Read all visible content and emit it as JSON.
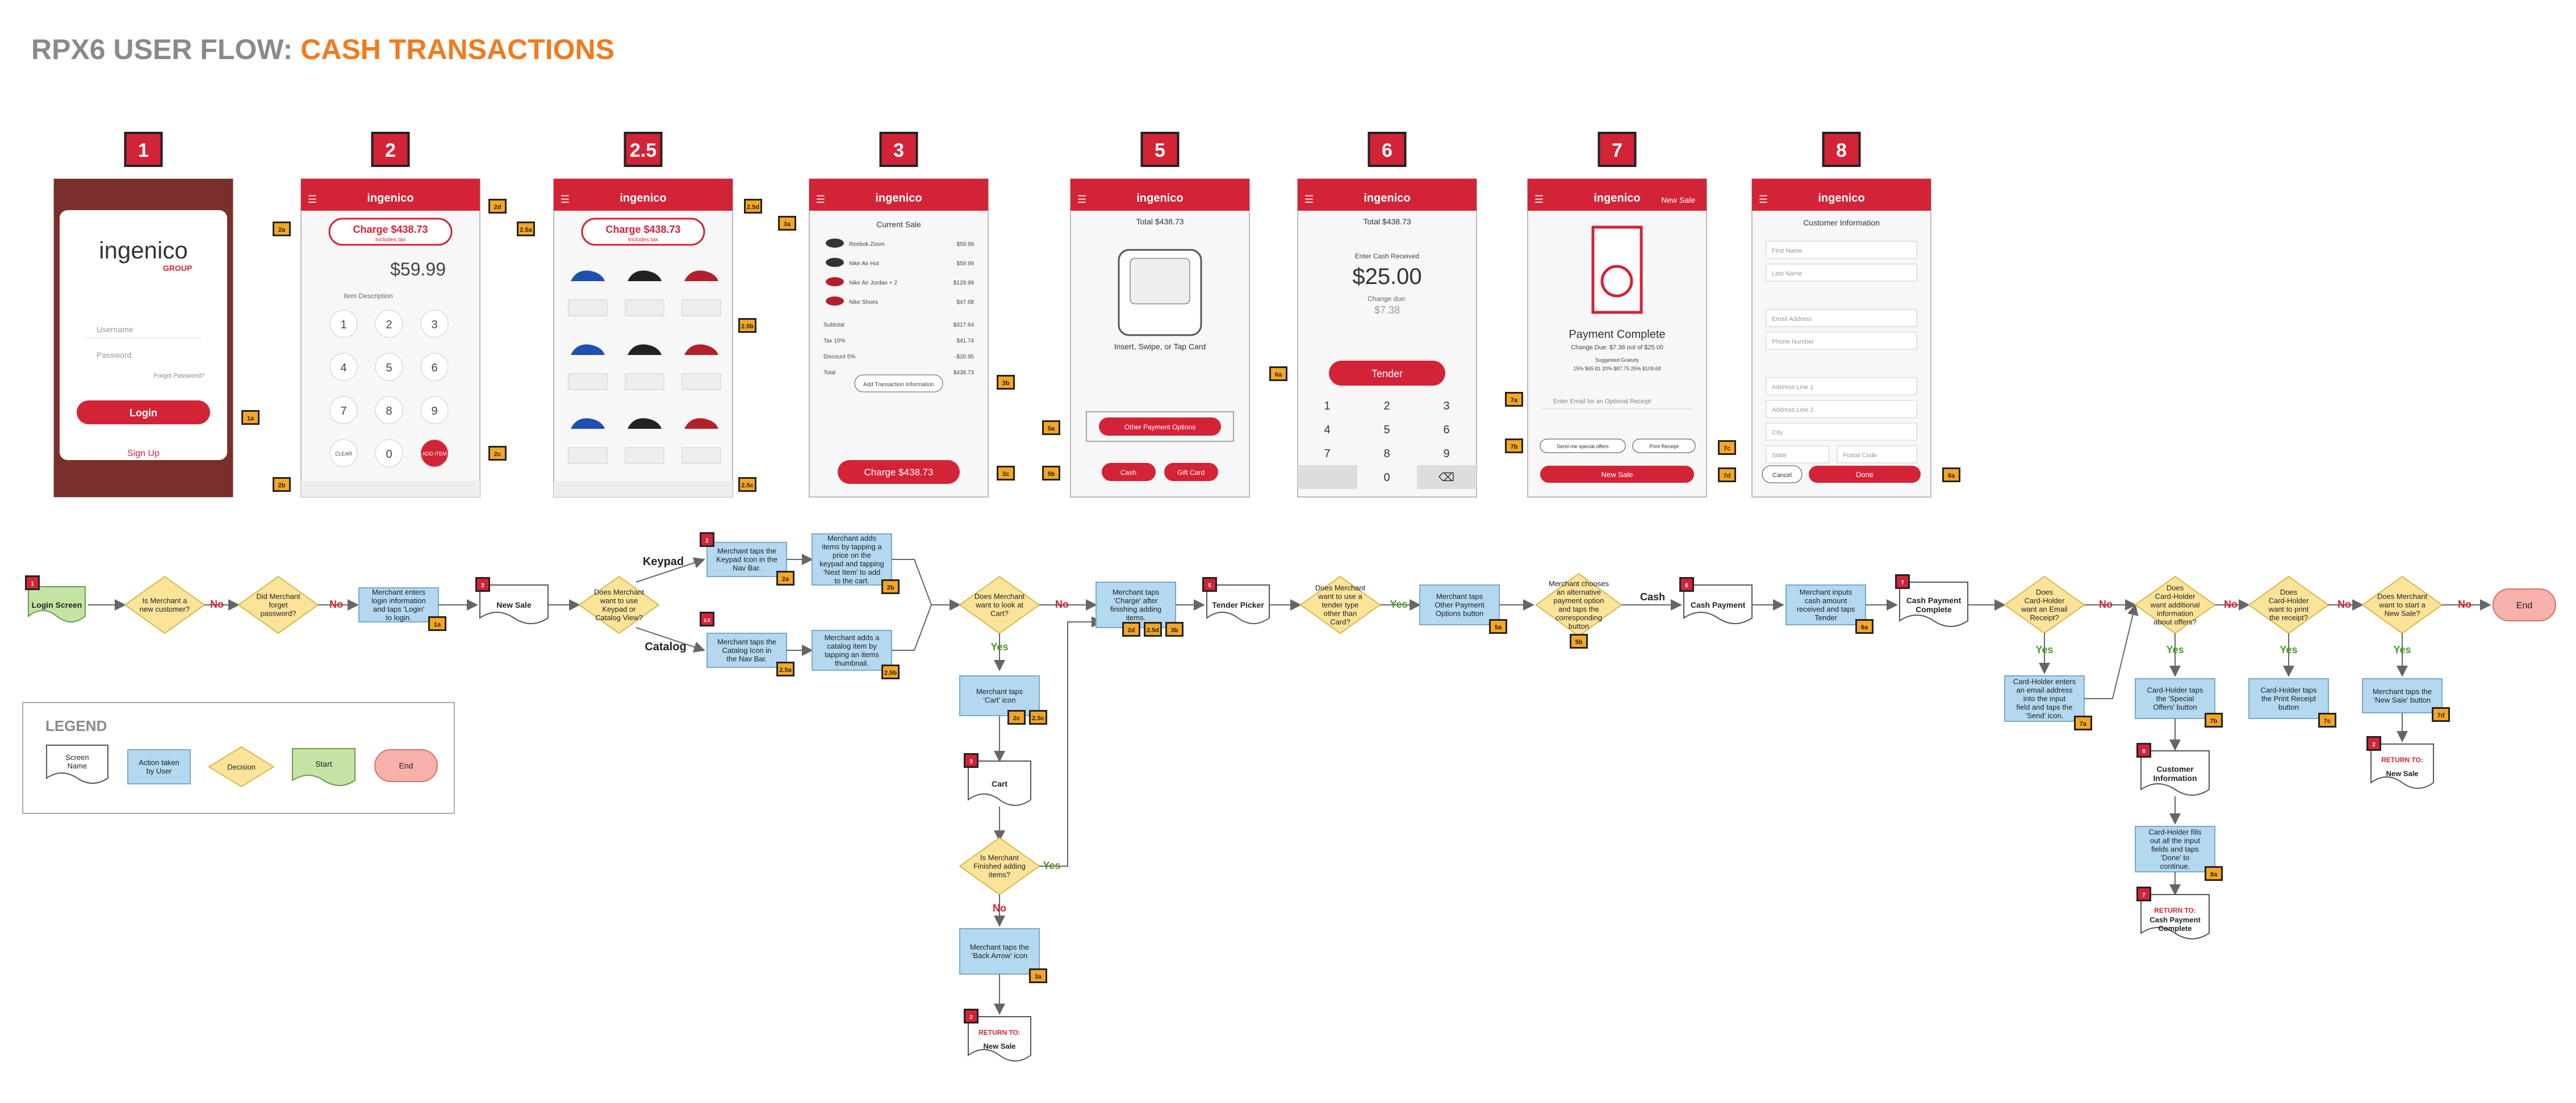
{
  "title": {
    "prefix": "RPX6 USER FLOW:",
    "highlight": "CASH  TRANSACTIONS"
  },
  "colors": {
    "red": "#d32337",
    "orange": "#f07b1f",
    "gray": "#888888",
    "badge": "#f5a623",
    "blue": "#b3d8f0",
    "yellow": "#fbe49a",
    "green": "#c5e3a5",
    "pink": "#f7b0aa"
  },
  "screens": [
    {
      "num": "1",
      "brand": "ingenico",
      "sub": "GROUP",
      "user": "Username",
      "pass": "Password",
      "forgot": "Forgot Password?",
      "btn": "Login",
      "signup": "Sign Up",
      "badges": [
        "1a"
      ]
    },
    {
      "num": "2",
      "header": "ingenico",
      "charge": "Charge $438.73",
      "charge_sub": "Includes tax",
      "amount": "$59.99",
      "desc": "Item Description",
      "keys": [
        "1",
        "2",
        "3",
        "4",
        "5",
        "6",
        "7",
        "8",
        "9",
        "CLEAR",
        "0",
        "ADD ITEM"
      ],
      "badges": [
        "2a",
        "2b",
        "2c",
        "2d"
      ]
    },
    {
      "num": "2.5",
      "header": "ingenico",
      "charge": "Charge $438.73",
      "charge_sub": "Includes tax",
      "badges": [
        "2.5a",
        "2.5b",
        "2.5c",
        "2.5d"
      ]
    },
    {
      "num": "3",
      "header": "ingenico",
      "cart_title": "Current Sale",
      "lines": [
        [
          "Reebok Zoom",
          "$59.99"
        ],
        [
          "Nike Air Hot",
          "$59.99"
        ],
        [
          "Nike Air Jordan + 2",
          "$129.99"
        ],
        [
          "Nike Shoes",
          "$47.68"
        ]
      ],
      "totals": [
        [
          "Subtotal",
          "$317.64"
        ],
        [
          "Tax 10%",
          "$41.74"
        ],
        [
          "Discount 5%",
          "-$20.95"
        ],
        [
          "Total",
          "$438.73"
        ]
      ],
      "info": "Add Transaction Information",
      "charge": "Charge $438.73",
      "badges": [
        "3a",
        "3b",
        "3c"
      ]
    },
    {
      "num": "5",
      "header": "ingenico",
      "total": "Total $438.73",
      "prompt": "Insert, Swipe, or Tap Card",
      "other": "Other Payment Options",
      "cash": "Cash",
      "gift": "Gift Card",
      "badges": [
        "5a",
        "5b"
      ]
    },
    {
      "num": "6",
      "header": "ingenico",
      "total": "Total $438.73",
      "enter": "Enter Cash Received",
      "received": "$25.00",
      "change_label": "Change due:",
      "change": "$7.38",
      "btn": "Tender",
      "keys": [
        "1",
        "2",
        "3",
        "4",
        "5",
        "6",
        "7",
        "8",
        "9",
        "",
        "0",
        "⌫"
      ],
      "badges": [
        "6a"
      ]
    },
    {
      "num": "7",
      "header": "ingenico",
      "newsale_link": "New Sale",
      "complete": "Payment Complete",
      "due": "Change Due: $7.38 out of $25.00",
      "tip_label": "Suggested Gratuity",
      "tips": "15% $65.81   20% $87.75   25% $109.68",
      "email": "Enter Email for an Optional Receipt",
      "offers": "Send me special offers",
      "print": "Print Receipt",
      "btn": "New Sale",
      "badges": [
        "7a",
        "7b",
        "7c",
        "7d"
      ]
    },
    {
      "num": "8",
      "header": "ingenico",
      "title": "Customer Information",
      "fields": [
        "First Name",
        "Last Name",
        "Email Address",
        "Phone Number",
        "Address Line 1",
        "Address Line 2",
        "City",
        "State",
        "Postal Code"
      ],
      "cancel": "Cancel",
      "done": "Done",
      "badges": [
        "8a"
      ]
    }
  ],
  "flow": {
    "login": "Login Screen",
    "q_new": "Is Merchant a new customer?",
    "q_forgot": "Did Merchant forget password?",
    "a_login": "Merchant enters login information and taps 'Login' to login.",
    "newsale": "New Sale",
    "q_keypad": "Does Merchant want to use Keypad or Catalog View?",
    "keypad": "Keypad",
    "catalog": "Catalog",
    "a_keypad": "Merchant taps the Keypad Icon in the Nav Bar.",
    "a_catalog": "Merchant taps the Catalog Icon in the Nav Bar.",
    "a_addkey": "Merchant adds items by tapping a price on the keypad and tapping 'Next Item' to add to the cart.",
    "a_addcat": "Merchant adds a catalog item by tapping an items thumbnail.",
    "q_cart": "Does Merchant want to look at Cart?",
    "a_cart": "Merchant taps 'Cart' icon",
    "cart": "Cart",
    "q_finished": "Is Merchant Finished adding items?",
    "a_back": "Merchant taps the 'Back Arrow' icon",
    "return1": "RETURN TO:",
    "return_newsale": "New Sale",
    "a_charge": "Merchant taps 'Charge' after finishing adding items.",
    "tender": "Tender Picker",
    "q_tender": "Does Merchant want to use a tender type other than Card?",
    "a_other": "Merchant taps Other Payment Options button",
    "q_alt": "Merchant chooses an alternative payment option and taps the corresponding button",
    "cash_label": "Cash",
    "cashpay": "Cash Payment",
    "a_cash": "Merchant inputs cash amount received and taps Tender",
    "cashcomplete": "Cash Payment Complete",
    "q_email": "Does Card-Holder want an Email Receipt?",
    "a_email": "Card-Holder enters an email address into the input field and taps the 'Send' icon.",
    "q_offers": "Does Card-Holder want additional information about offers?",
    "a_offers": "Card-Holder taps the 'Special Offers' button",
    "custinfo": "Customer Information",
    "a_fill": "Card-Holder fills out all the input fields and taps 'Done' to continue.",
    "return_cashcomplete": "Cash Payment Complete",
    "q_print": "Does Card-Holder want to print the receipt?",
    "a_print": "Card-Holder taps the Print Receipt button",
    "q_newsale": "Does Merchant want to start a New Sale?",
    "a_newsale": "Merchant taps the 'New Sale' button",
    "end": "End",
    "yes": "Yes",
    "no": "No"
  },
  "legend": {
    "title": "LEGEND",
    "screen": "Screen Name",
    "action": "Action taken by User",
    "decision": "Decision",
    "start": "Start",
    "end": "End"
  }
}
